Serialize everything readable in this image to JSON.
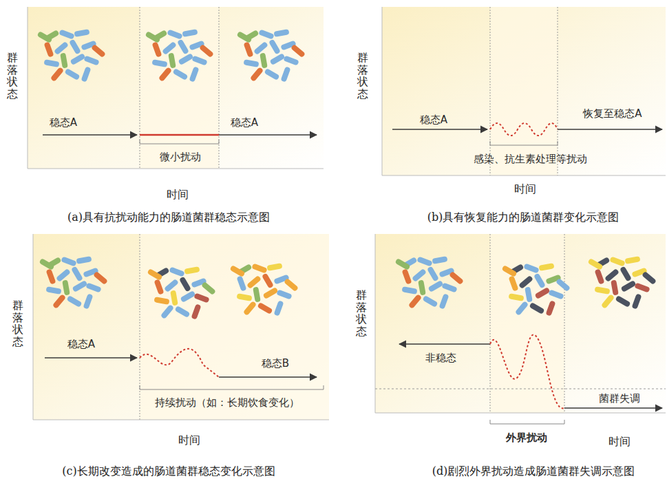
{
  "diagram": {
    "nodes": [
      {
        "text": [
          "群落状态",
          "稳态A",
          "稳态A",
          "微小扰动",
          "时间",
          "(a)具有抗扰动能力的肠道菌群稳态示意图"
        ]
      },
      {
        "text": [
          "群落状态",
          "稳态A",
          "恢复至稳态A",
          "感染、抗生素处理等扰动",
          "时间",
          "(b)具有恢复能力的肠道菌群变化示意图"
        ]
      },
      {
        "text": [
          "群落状态",
          "稳态A",
          "稳态B",
          "持续扰动（如：长期饮食变化）",
          "时间",
          "(c)长期改变造成的肠道菌群稳态变化示意图"
        ]
      },
      {
        "text": [
          "群落状态",
          "非稳态",
          "菌群失调",
          "外界扰动",
          "时间",
          "(d)剧烈外界扰动造成肠道菌群失调示意图"
        ]
      }
    ]
  }
}
